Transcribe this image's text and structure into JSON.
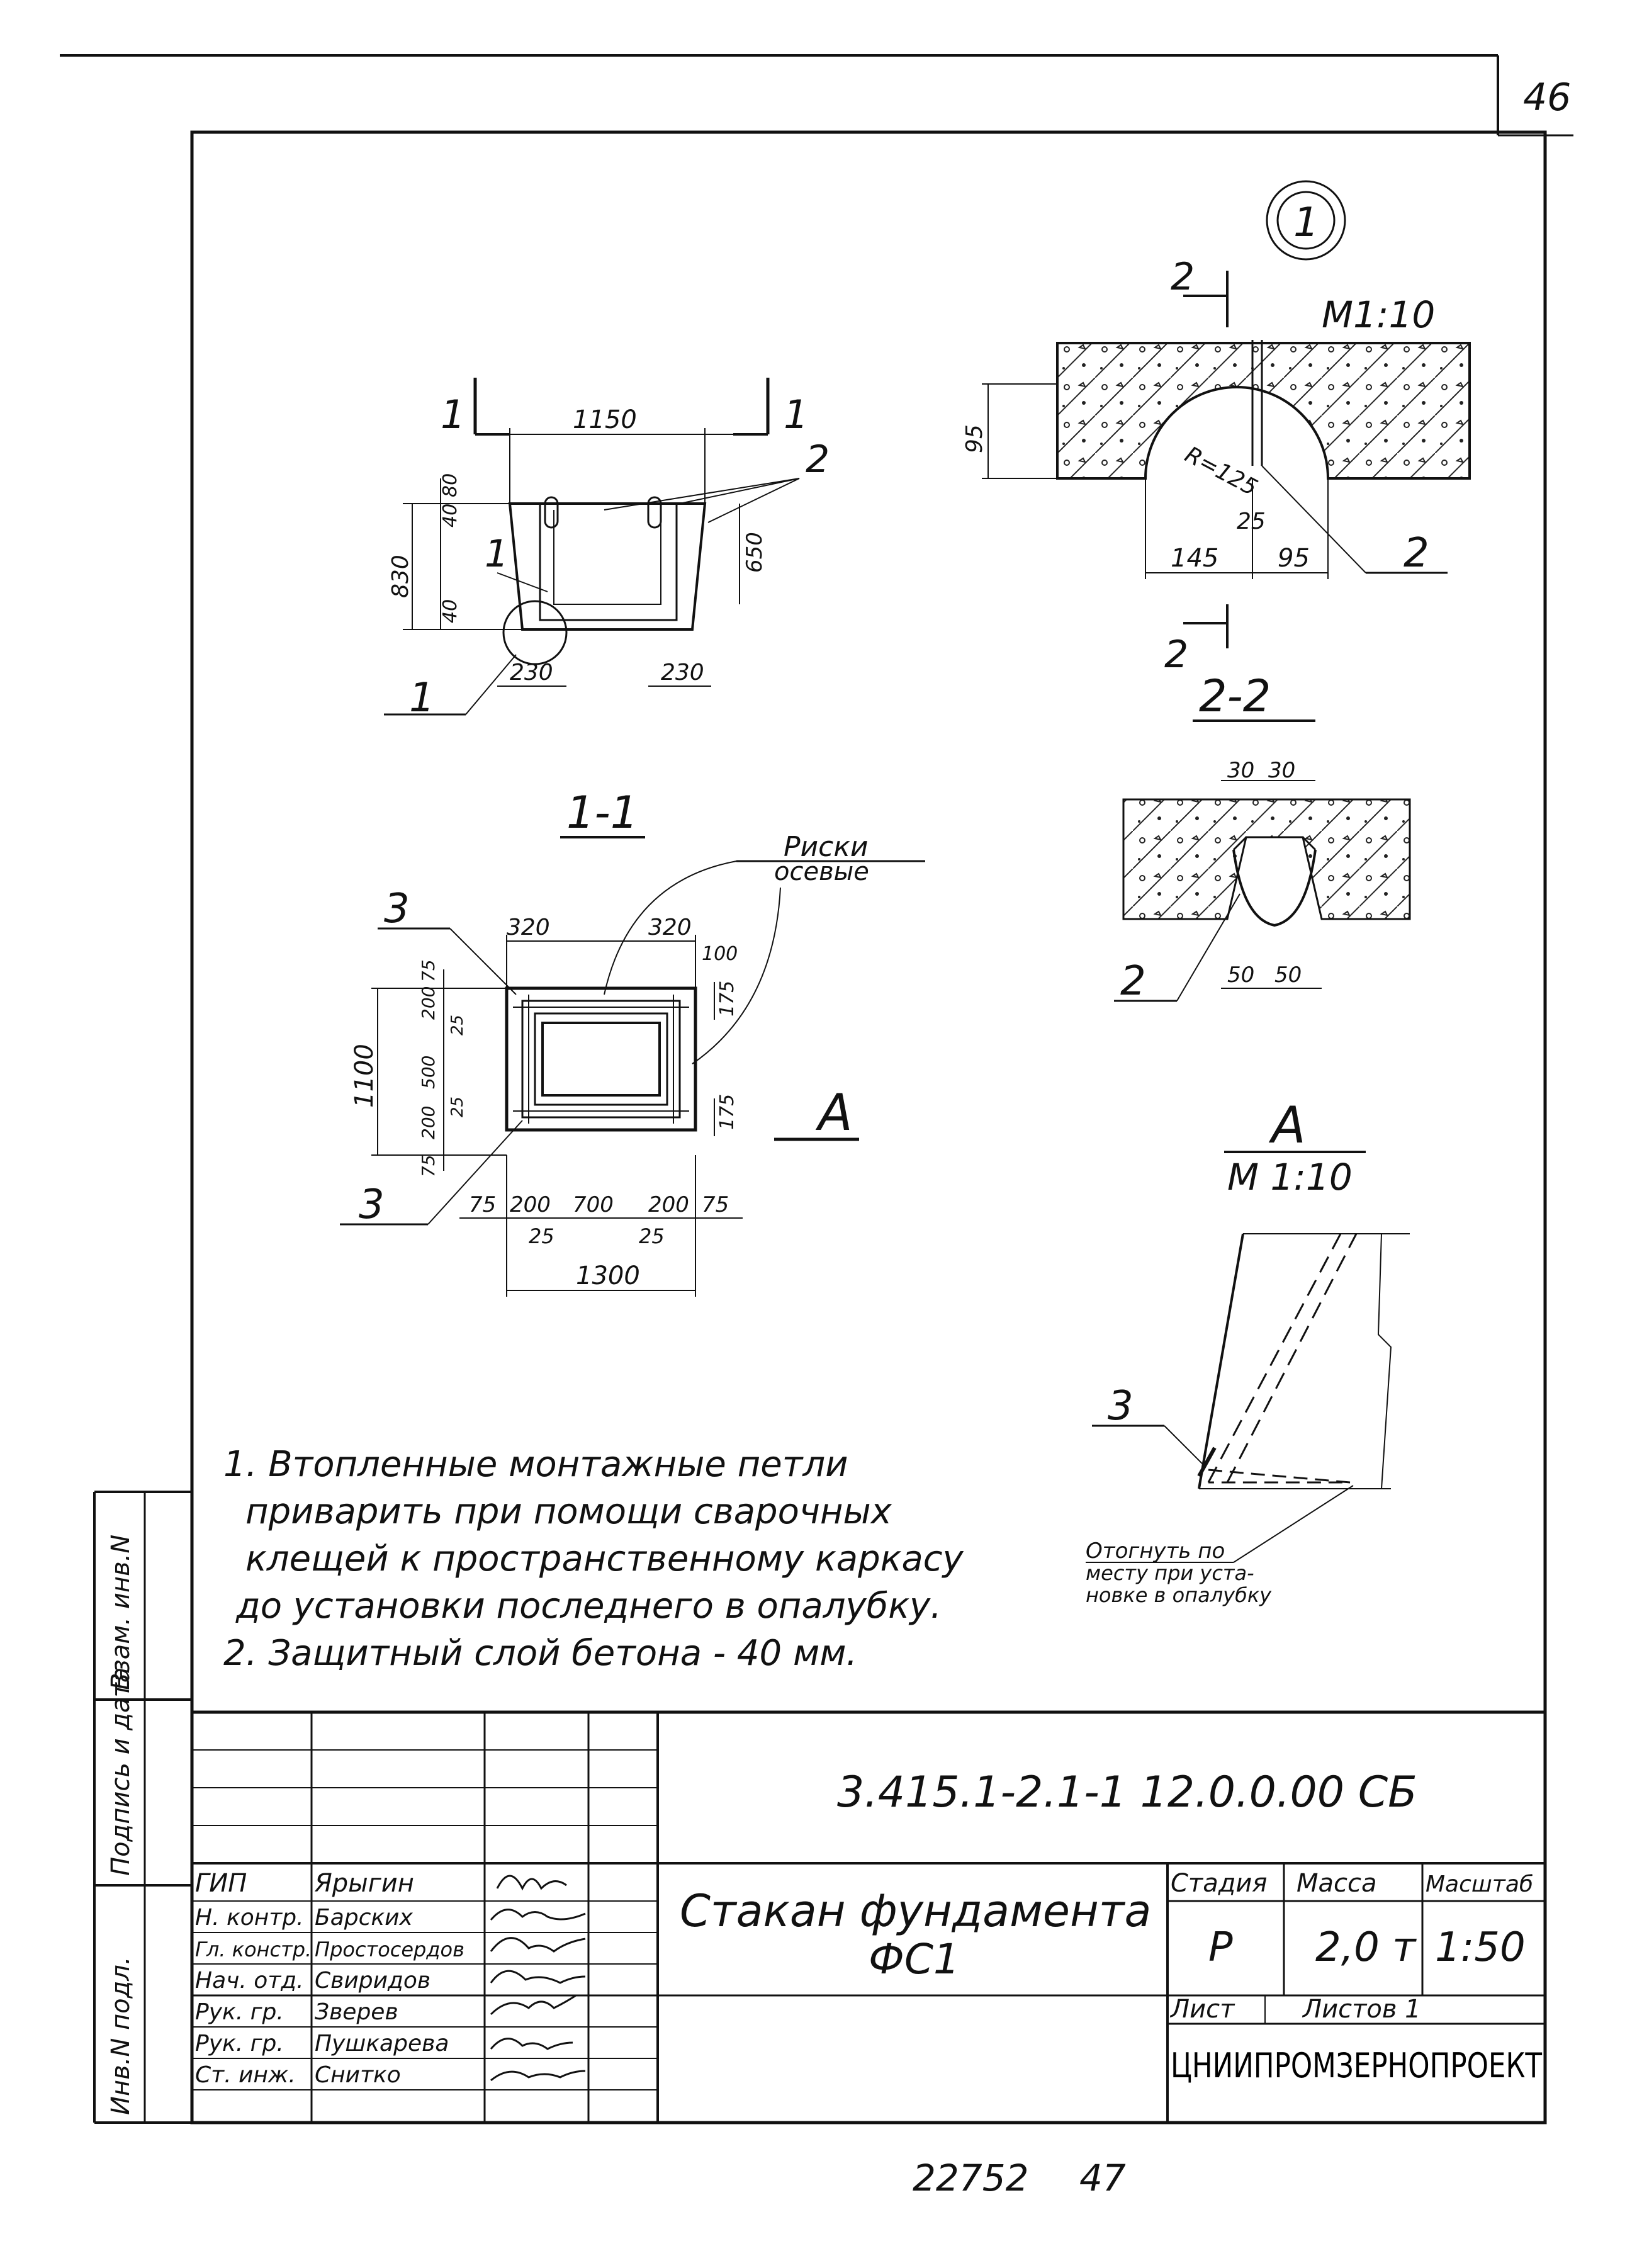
{
  "sheet_page_number": "46",
  "bottom_numbers": {
    "inventory": "22752",
    "page": "47"
  },
  "plan_view": {
    "section_mark": "1",
    "dims": {
      "width": "1150",
      "height": "830",
      "top_small": "80",
      "top_small2": "40",
      "bottom_small": "40",
      "right_height": "650",
      "left_bottom": "230",
      "right_bottom": "230"
    },
    "callouts": {
      "item1": "1",
      "item2": "2",
      "detail_ref": "1"
    }
  },
  "section_1_1": {
    "title": "1-1",
    "risks_label_1": "Риски",
    "risks_label_2": "осевые",
    "callout_3a": "3",
    "callout_3b": "3",
    "view_label": "A",
    "dims": {
      "top_left": "320",
      "top_right": "320",
      "top_right_small": "100",
      "right_upper": "175",
      "right_lower": "175",
      "left_total": "1100",
      "left_75_top": "75",
      "left_200_top": "200",
      "left_25_top": "25",
      "left_500": "500",
      "left_25_bot": "25",
      "left_200_bot": "200",
      "left_75_bot": "75",
      "bottom_75_left": "75",
      "bottom_200_left": "200",
      "bottom_700": "700",
      "bottom_200_right": "200",
      "bottom_75_right": "75",
      "bottom_25_left": "25",
      "bottom_25_right": "25",
      "bottom_total": "1300"
    }
  },
  "detail_1": {
    "marker": "1",
    "scale": "M1:10",
    "cut_mark": "2",
    "dims": {
      "height": "95",
      "radius": "R=125",
      "width_25": "25",
      "width_145": "145",
      "width_95": "95"
    },
    "callout_2": "2"
  },
  "section_2_2": {
    "title": "2-2",
    "dims": {
      "top_30a": "30",
      "top_30b": "30",
      "bot_50a": "50",
      "bot_50b": "50"
    },
    "callout_2": "2"
  },
  "view_A": {
    "title": "A",
    "scale": "M 1:10",
    "callout_3": "3",
    "note_lines": [
      "Отогнуть по",
      "месту при уста-",
      "новке в опалубку"
    ]
  },
  "notes": [
    "1. Втопленные монтажные петли",
    "приварить при помощи сварочных",
    "клещей к пространственному каркасу",
    "до установки последнего в опалубку.",
    "2. Защитный слой бетона - 40 мм."
  ],
  "side_stamp": {
    "col1": "Инв.N подл.",
    "col2": "Подпись и дата",
    "col3": "Взам. инв.N"
  },
  "title_block": {
    "document_code": "3.415.1-2.1-1 12.0.0.00 СБ",
    "name_line1": "Стакан фундамента",
    "name_line2": "ФС1",
    "stage_header": "Стадия",
    "mass_header": "Масса",
    "scale_header": "Масштаб",
    "stage_value": "Р",
    "mass_value": "2,0 т",
    "scale_value": "1:50",
    "sheet_label": "Лист",
    "sheets_label": "Листов 1",
    "organization": "ЦНИИПРОМЗЕРНОПРОЕКТ",
    "staff": [
      {
        "role": "ГИП",
        "name": "Ярыгин"
      },
      {
        "role": "Н. контр.",
        "name": "Барских"
      },
      {
        "role": "Гл. констр.",
        "name": "Простосердов"
      },
      {
        "role": "Нач. отд.",
        "name": "Свиридов"
      },
      {
        "role": "Рук. гр.",
        "name": "Зверев"
      },
      {
        "role": "Рук. гр.",
        "name": "Пушкарева"
      },
      {
        "role": "Ст. инж.",
        "name": "Снитко"
      }
    ]
  }
}
